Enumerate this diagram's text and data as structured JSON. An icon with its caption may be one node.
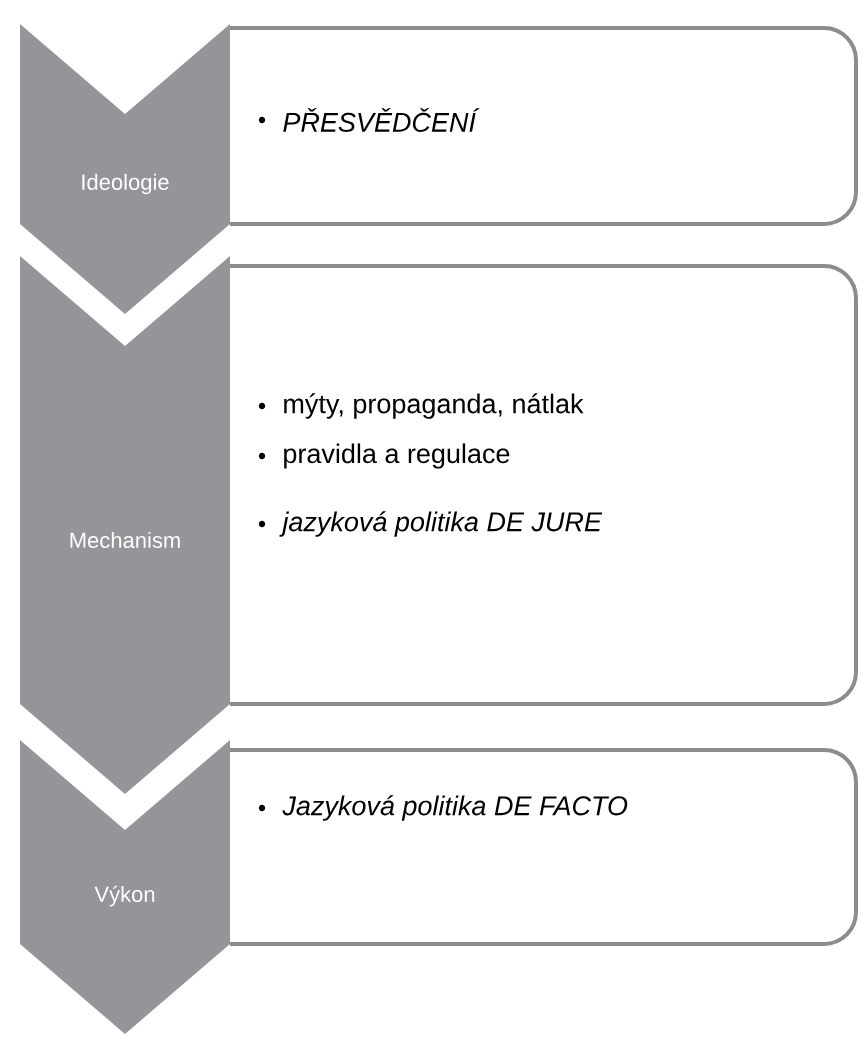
{
  "diagram": {
    "nodes": [
      {
        "text": [
          "Ideologie"
        ]
      },
      {
        "text": [
          "PŘESVĚDČENÍ"
        ]
      },
      {
        "text": [
          "Mechanism"
        ]
      },
      {
        "text": [
          "mýty, propaganda, nátlak",
          "pravidla a regulace",
          "jazyková politika DE JURE"
        ]
      },
      {
        "text": [
          "Výkon"
        ]
      },
      {
        "text": [
          "Jazyková politika DE FACTO"
        ]
      }
    ]
  }
}
